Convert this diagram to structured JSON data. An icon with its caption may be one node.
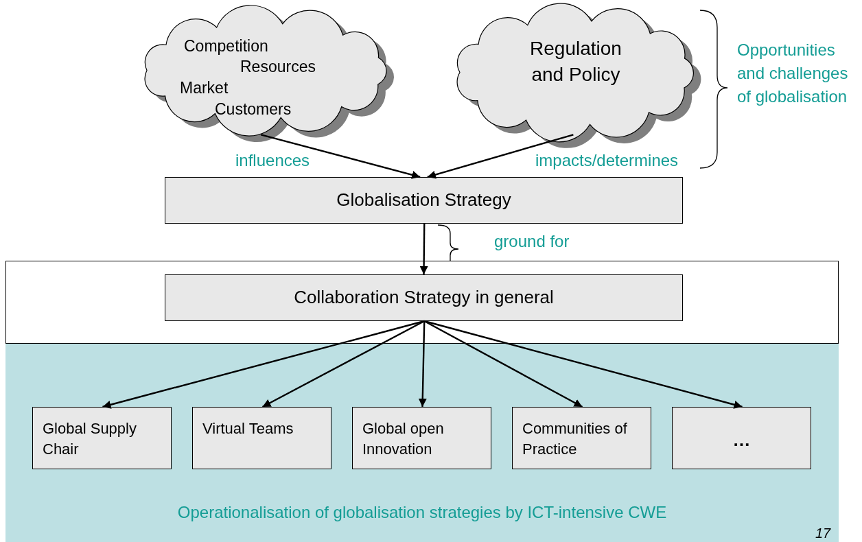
{
  "diagram": {
    "nodes": [
      {
        "text": [
          "Competition",
          "Resources",
          "Market",
          "Customers"
        ]
      },
      {
        "text": [
          "Regulation and Policy"
        ]
      },
      {
        "text": [
          "Globalisation Strategy"
        ]
      },
      {
        "text": [],
        "shape": "box"
      },
      {
        "text": [
          "Collaboration Strategy in general"
        ],
        "in": 3
      },
      {
        "text": [
          "Operationalisation of globalisation strategies by ICT-intensive CWE"
        ],
        "in": 3
      },
      {
        "text": [
          "Global Supply Chair"
        ],
        "in": 5
      },
      {
        "text": [
          "Virtual Teams"
        ],
        "in": 5
      },
      {
        "text": [
          "Global open Innovation"
        ],
        "in": 5
      },
      {
        "text": [
          "Communities of Practice"
        ],
        "in": 5
      },
      {
        "text": [
          "…"
        ],
        "in": 5
      }
    ],
    "edges": [
      {
        "from": 0,
        "to": 2,
        "arrow": "to",
        "label": "influences"
      },
      {
        "from": 1,
        "to": 2,
        "arrow": "to",
        "label": "impacts/determines"
      },
      {
        "from": 2,
        "to": 4,
        "arrow": "to",
        "label": "ground for"
      },
      {
        "from": 4,
        "to": 6,
        "arrow": "to"
      },
      {
        "from": 4,
        "to": 7,
        "arrow": "to"
      },
      {
        "from": 4,
        "to": 8,
        "arrow": "to"
      },
      {
        "from": 4,
        "to": 9,
        "arrow": "to"
      },
      {
        "from": 4,
        "to": 10,
        "arrow": "to"
      }
    ],
    "labels": [
      "Opportunities and challenges of globalisation",
      "17"
    ]
  }
}
